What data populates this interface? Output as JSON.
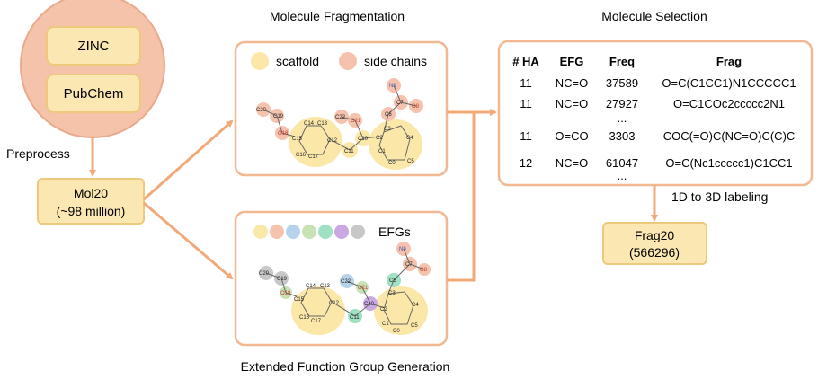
{
  "sources": {
    "zinc": "ZINC",
    "pubchem": "PubChem"
  },
  "preprocess_label": "Preprocess",
  "mol20": {
    "line1": "Mol20",
    "line2": "(~98 million)"
  },
  "fragmentation": {
    "title": "Molecule Fragmentation",
    "legend_scaffold": "scaffold",
    "legend_side_chains": "side chains"
  },
  "efg_generation": {
    "title": "Extended Function Group Generation",
    "legend_efgs": "EFGs"
  },
  "selection": {
    "title": "Molecule Selection",
    "headers": [
      "# HA",
      "EFG",
      "Freq",
      "Frag"
    ],
    "rows": [
      {
        "ha": "11",
        "efg": "NC=O",
        "freq": "37589",
        "frag": "O=C(C1CC1)N1CCCCC1"
      },
      {
        "ha": "11",
        "efg": "NC=O",
        "freq": "27927",
        "frag": "O=C1COc2ccccc2N1"
      },
      {
        "ha": "11",
        "efg": "O=CO",
        "freq": "3303",
        "frag": "COC(=O)C(NC=O)C(C)C"
      },
      {
        "ha": "12",
        "efg": "NC=O",
        "freq": "61047",
        "frag": "O=C(Nc1ccccc1)C1CC1"
      }
    ],
    "ellipsis": "..."
  },
  "labeling_label": "1D to 3D labeling",
  "frag20": {
    "line1": "Frag20",
    "line2": "(566296)"
  },
  "atoms": {
    "c20": "C20",
    "c19": "C19",
    "o18": "O18",
    "c15": "C15",
    "c14": "C14",
    "c13": "C13",
    "c12": "C12",
    "c16": "C16",
    "c17": "C17",
    "c11": "C11",
    "c10": "C10",
    "c22": "C22",
    "o21": "O21",
    "c2": "C2",
    "c3": "C3",
    "c4": "C4",
    "c5": "C5",
    "c0": "C0",
    "c1": "C1",
    "c6": "C6",
    "c7": "C7",
    "n9": "N9",
    "o8": "O8"
  },
  "colors": {
    "source_circle": "#f5c3aa",
    "source_box": "#fbe7b1",
    "scaffold": "#fbe7a8",
    "side_chain": "#f5c2ad",
    "arrow": "#f2a877",
    "panel_border": "#f1b891",
    "efg_palette": [
      "#fbe7a8",
      "#f5c2ad",
      "#b7d3ec",
      "#c7e3b4",
      "#9ee1c3",
      "#c9a8e3",
      "#c8c8c8"
    ]
  }
}
